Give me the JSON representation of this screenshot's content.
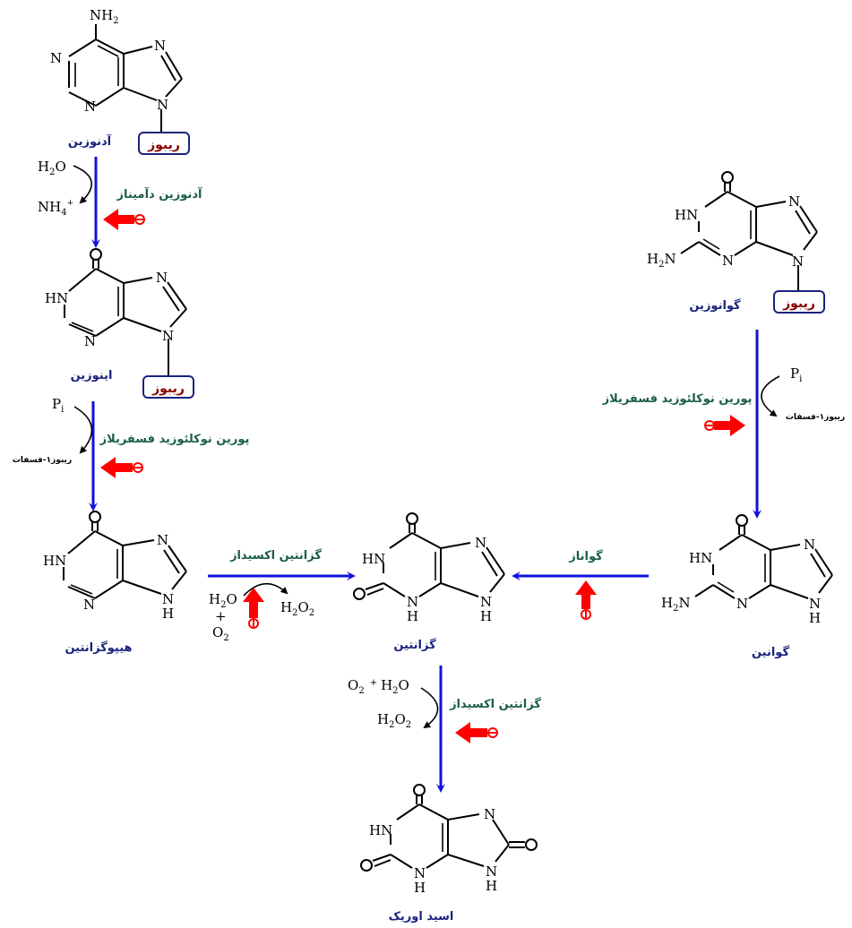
{
  "colors": {
    "compound_label": "#1a237e",
    "enzyme_label": "#1b5e4a",
    "ribose_text": "#8b0000",
    "ribose_border": "#1a237e",
    "flow_arrow": "#1010e0",
    "inhibition_arrow": "#ff0000"
  },
  "compounds": {
    "adenosine": "آدنوزین",
    "inosine": "اینوزین",
    "hypoxanthine": "هیپوگزانتین",
    "xanthine": "گزانتین",
    "uric_acid": "اسید اوریک",
    "guanosine": "گوانوزین",
    "guanine": "گوانین"
  },
  "ribose_label": "ریبوز",
  "enzymes": {
    "adenosine_deaminase": "آدنوزین دآمیناز",
    "pnp_left": "پورین نوکلئوزید فسفریلاز",
    "pnp_right": "پورین نوکلئوزید فسفریلاز",
    "xanthine_oxidase_1": "گزانتین اکسیداز",
    "xanthine_oxidase_2": "گزانتین اکسیداز",
    "guanase": "گواناز"
  },
  "cofactors": {
    "ribose1_phosphate_left": "ریبوز۱-فسفات",
    "ribose1_phosphate_right": "ریبوز۱-فسفات"
  },
  "atoms": {
    "n": "N",
    "hn": "HN",
    "h": "H",
    "nh2": "NH",
    "h2n": "H",
    "sub2": "2",
    "sub4": "4",
    "plus": "+",
    "o": "O",
    "h2o_h": "H",
    "pi_p": "P",
    "pi_i": "i",
    "h2o2": "H",
    "o2": "O"
  }
}
